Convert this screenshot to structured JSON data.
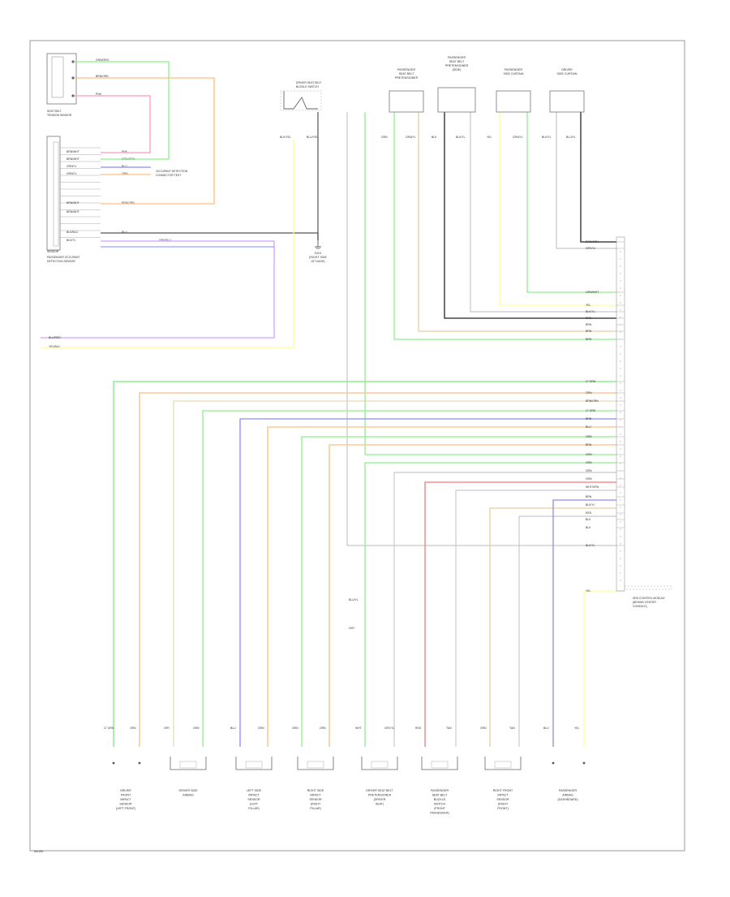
{
  "figure_code": "W0198",
  "wire_colors": {
    "grn": "#8cf08c",
    "org": "#ffbe80",
    "pnk": "#ff9ab8",
    "blu": "#8a8aff",
    "yel": "#ffff99",
    "gry": "#555555",
    "blk": "#222222",
    "lgn": "#77ee77",
    "red": "#ff7777",
    "tan": "#e6cfa0",
    "vio": "#d4a0ff",
    "wht": "#bbbbbb"
  },
  "seat_belt_sensor": {
    "label_lines": [
      "SEAT BELT",
      "TENSION SENSOR"
    ],
    "wires": [
      "GRN/ORG",
      "BRN/ORN",
      "PNK"
    ]
  },
  "occupant_sensor": {
    "label_lines": [
      "PASSENGER OCCUPANT",
      "DETECTION SENSOR"
    ],
    "pin_labels": [
      "BRN/WHT",
      "BRN/WHT",
      "GRN/YL",
      "GRN/YL",
      "BRN/WHT",
      "BRN/WHT",
      "BLK/BLU",
      "BLK/YL"
    ],
    "wire_labels": [
      "PNK",
      "GRN/ORN",
      "BLU",
      "ORN",
      "BRN/ORN",
      "BLU",
      "GRY/BLU"
    ],
    "splice_label_lines": [
      "OCCUPANT DETECTION",
      "CONNECTOR TEST"
    ],
    "note": "SENSOR"
  },
  "top_components": [
    {
      "id": "seat-switch",
      "label_lines": [
        "DRIVER SEAT BELT",
        "BUCKLE SWITCH"
      ],
      "pins": [
        "BLK/YEL",
        "BLU/YEL"
      ]
    },
    {
      "id": "pretensioner-l",
      "label_lines": [
        "PASSENGER",
        "SEAT BELT",
        "PRETENSIONER"
      ],
      "pins": [
        "GRN",
        "GRN/YL"
      ]
    },
    {
      "id": "pretensioner-r",
      "label_lines": [
        "PASSENGER",
        "SEAT BELT",
        "PRETENSIONER",
        "(SIDE)"
      ],
      "pins": [
        "BLK",
        "BLK/YL"
      ]
    },
    {
      "id": "curtain-l",
      "label_lines": [
        "PASSENGER",
        "SIDE CURTAIN"
      ],
      "pins": [
        "YEL",
        "GRN/YL"
      ]
    },
    {
      "id": "curtain-r",
      "label_lines": [
        "DRIVER",
        "SIDE CURTAIN"
      ],
      "pins": [
        "BLK/YL",
        "BLU/YL"
      ]
    }
  ],
  "ground_note_lines": [
    "G101",
    "(RIGHT SIDE",
    "OF DASH)"
  ],
  "left_wire_labels": [
    "BLU/RED",
    "YEL/BLK"
  ],
  "srs_unit": {
    "label_lines": [
      "SRS CONTROL MODULE",
      "(BEHIND CENTER",
      "CONSOLE)"
    ],
    "pin_labels": [
      "BRN/ORN",
      "GRY/YL",
      "GRN/WHT",
      "YEL",
      "BLK/YL",
      "BRN",
      "BRN",
      "BRN",
      "BRN",
      "LT GRN",
      "ORN",
      "BRN/ORN",
      "LT GRN",
      "BRN",
      "BLU",
      "ORN",
      "BRN",
      "GRN",
      "ORN",
      "GRN",
      "GRN",
      "WHT/ORN",
      "BRN",
      "BLK/YL",
      "RED",
      "BLK",
      "BLK",
      "BLK/YL",
      "YEL"
    ]
  },
  "mid_labels": [
    "BLU/YL",
    "GRY"
  ],
  "bottom_components": [
    {
      "id": "drv-front",
      "wires": [
        "LT GRN",
        "ORN"
      ],
      "label_lines": [
        "DRIVER",
        "FRONT",
        "IMPACT",
        "SENSOR",
        "(LEFT FRONT)"
      ]
    },
    {
      "id": "drv-side",
      "wires": [
        "GRY",
        "GRN"
      ],
      "label_lines": [
        "DRIVER SIDE",
        "AIRBAG"
      ]
    },
    {
      "id": "left-side-sat",
      "wires": [
        "BLU",
        "GRN"
      ],
      "label_lines": [
        "LEFT SIDE",
        "IMPACT",
        "SENSOR",
        "(LEFT",
        "PILLAR)"
      ]
    },
    {
      "id": "right-side-sat",
      "wires": [
        "GRN",
        "ORN"
      ],
      "label_lines": [
        "RIGHT SIDE",
        "IMPACT",
        "SENSOR",
        "(RIGHT",
        "PILLAR)"
      ]
    },
    {
      "id": "drv-pretensioner",
      "wires": [
        "WHT",
        "GRY/YL"
      ],
      "label_lines": [
        "DRIVER SEAT BELT",
        "PRETENSIONER",
        "(DRIVER",
        "SEAT)"
      ]
    },
    {
      "id": "pass-knee",
      "wires": [
        "RED",
        "TAN"
      ],
      "label_lines": [
        "PASSENGER",
        "SEAT BELT",
        "BUCKLE",
        "SWITCH",
        "(FRONT",
        "PASSENGER)"
      ]
    },
    {
      "id": "pass-side",
      "wires": [
        "GRN",
        "TAN"
      ],
      "label_lines": [
        "RIGHT FRONT",
        "IMPACT",
        "SENSOR",
        "(RIGHT",
        "FRONT)"
      ]
    },
    {
      "id": "pass-airbag",
      "wires": [
        "BLU",
        "YEL"
      ],
      "label_lines": [
        "PASSENGER",
        "AIRBAG",
        "(DASHBOARD)"
      ]
    }
  ]
}
